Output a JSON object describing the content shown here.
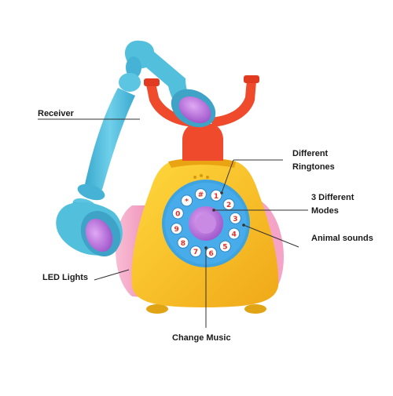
{
  "callouts": {
    "receiver": "Receiver",
    "different_ringtones_line1": "Different",
    "different_ringtones_line2": "Ringtones",
    "modes_line1": "3 Different",
    "modes_line2": "Modes",
    "animal_sounds": "Animal sounds",
    "led_lights": "LED Lights",
    "change_music": "Change Music"
  },
  "dial": {
    "keys": [
      "1",
      "2",
      "3",
      "4",
      "5",
      "6",
      "7",
      "8",
      "9",
      "0",
      "*",
      "#"
    ]
  },
  "colors": {
    "body_yellow": "#f6c21c",
    "body_pink": "#f6a9c9",
    "receiver_blue": "#52bfdd",
    "cradle_red": "#ef4a2c",
    "dial_blue": "#3fa3e0",
    "purple_button": "#b870d8",
    "leader_line": "#333333"
  }
}
